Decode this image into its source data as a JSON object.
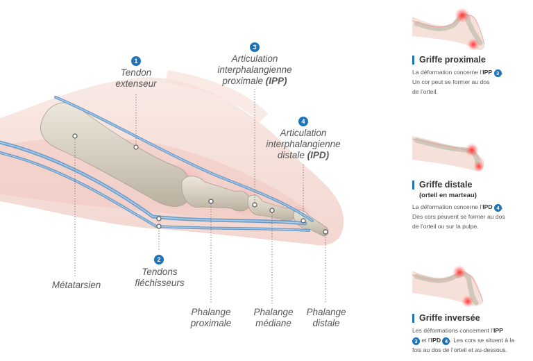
{
  "labels": {
    "tendon_extenseur": {
      "num": "1",
      "line1": "Tendon",
      "line2": "extenseur"
    },
    "articulation_ipp": {
      "num": "3",
      "line1": "Articulation",
      "line2": "interphalangienne",
      "line3_pre": "proximale ",
      "line3_bold": "(IPP)"
    },
    "articulation_ipd": {
      "num": "4",
      "line1": "Articulation",
      "line2": "interphalangienne",
      "line3_pre": "distale ",
      "line3_bold": "(IPD)"
    },
    "tendons_flechisseurs": {
      "num": "2",
      "line1": "Tendons",
      "line2": "fléchisseurs"
    },
    "metatarsien": "Métatarsien",
    "phalange_proximale": {
      "line1": "Phalange",
      "line2": "proximale"
    },
    "phalange_mediane": {
      "line1": "Phalange",
      "line2": "médiane"
    },
    "phalange_distale": {
      "line1": "Phalange",
      "line2": "distale"
    }
  },
  "panels": [
    {
      "title": "Griffe proximale",
      "text_parts": [
        "La déformation concerne l’",
        "IPP",
        "3",
        ".",
        "Un cor peut se former au dos",
        "de l’orteil."
      ]
    },
    {
      "title": "Griffe distale",
      "subtitle": "(orteil en marteau)",
      "text_parts": [
        "La déformation concerne l’",
        "IPD",
        "4",
        ".",
        "Des cors peuvent se former au dos",
        "de l’orteil ou sur la pulpe."
      ]
    },
    {
      "title": "Griffe inversée",
      "text_parts": [
        "Les déformations concernent l’",
        "IPP",
        "3",
        " et l’",
        "IPD",
        "4",
        ". Les cors se situent à la",
        "fois au dos de l’orteil et au-dessous."
      ]
    }
  ],
  "colors": {
    "tendon": "#6a9cc9",
    "bone": "#d8d1c3",
    "skin": "#f3d6cf",
    "accent": "#1f73b7",
    "inflammation": "#ff3b3b"
  }
}
